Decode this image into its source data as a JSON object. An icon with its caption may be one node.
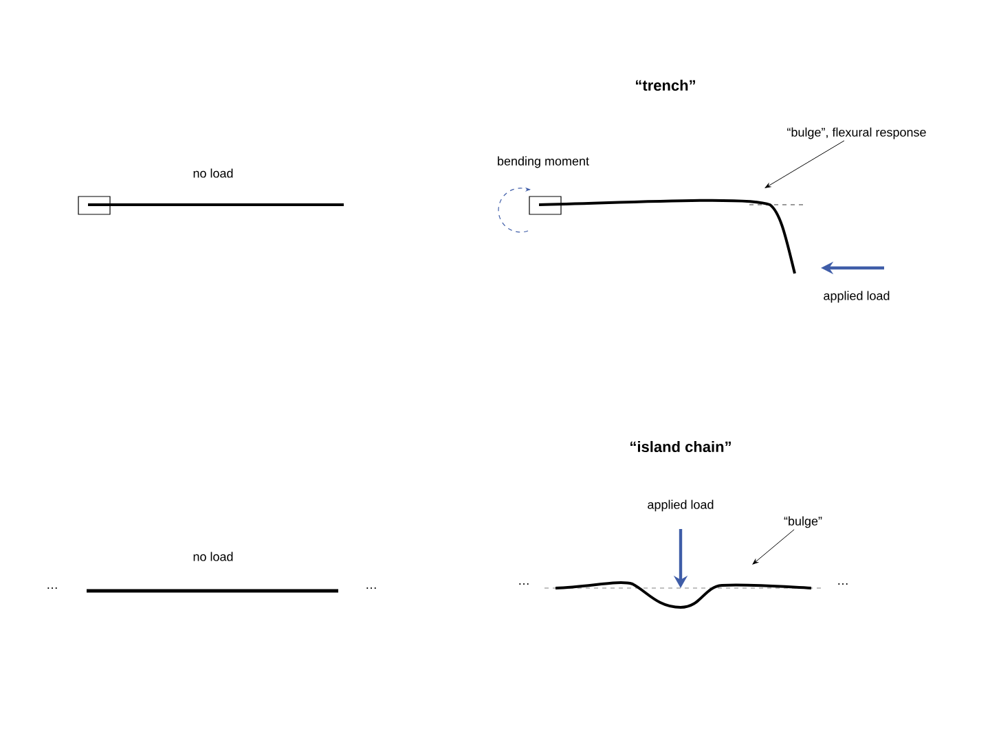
{
  "diagram": {
    "nodes": [
      {
        "text": [
          "“bulge”, flexural response"
        ]
      },
      {
        "text": [
          "“bulge”"
        ]
      }
    ],
    "edges": [
      {
        "from": 0,
        "to": null,
        "arrow": "to"
      },
      {
        "from": 1,
        "to": null,
        "arrow": "to"
      }
    ],
    "labels": [
      "“trench”",
      "no load",
      "bending moment",
      "applied load",
      "“island chain”",
      "applied load",
      "no load",
      "…",
      "…",
      "…",
      "…"
    ]
  }
}
